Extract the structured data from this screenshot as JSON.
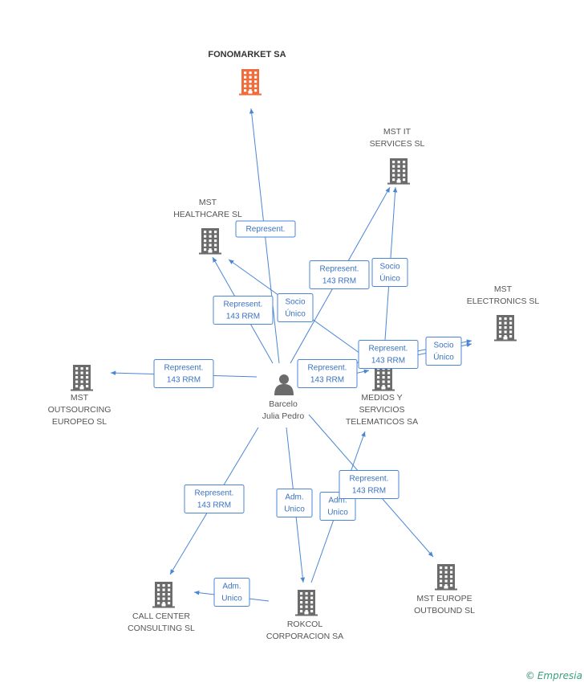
{
  "colors": {
    "company": "#6b6b6b",
    "highlight": "#f26b3a",
    "person": "#6b6b6b",
    "edge": "#4a86d4"
  },
  "nodes": [
    {
      "id": "fonomarket",
      "type": "company",
      "highlight": true,
      "lines": [
        "FONOMARKET SA"
      ]
    },
    {
      "id": "mst_it",
      "type": "company",
      "lines": [
        "MST IT",
        "SERVICES SL"
      ]
    },
    {
      "id": "mst_health",
      "type": "company",
      "lines": [
        "MST",
        "HEALTHCARE SL"
      ]
    },
    {
      "id": "mst_elec",
      "type": "company",
      "lines": [
        "MST",
        "ELECTRONICS SL"
      ]
    },
    {
      "id": "mst_out",
      "type": "company",
      "lines": [
        "MST",
        "OUTSOURCING",
        "EUROPEO SL"
      ]
    },
    {
      "id": "medios",
      "type": "company",
      "lines": [
        "MEDIOS Y",
        "SERVICIOS",
        "TELEMATICOS SA"
      ]
    },
    {
      "id": "barcelo",
      "type": "person",
      "lines": [
        "Barcelo",
        "Julia Pedro"
      ]
    },
    {
      "id": "callcenter",
      "type": "company",
      "lines": [
        "CALL CENTER",
        "CONSULTING SL"
      ]
    },
    {
      "id": "rokcol",
      "type": "company",
      "lines": [
        "ROKCOL",
        "CORPORACION SA"
      ]
    },
    {
      "id": "mst_europe",
      "type": "company",
      "lines": [
        "MST EUROPE",
        "OUTBOUND SL"
      ]
    }
  ],
  "edges": [
    {
      "from": "barcelo",
      "to": "fonomarket",
      "lines": [
        "Represent."
      ]
    },
    {
      "from": "barcelo",
      "to": "mst_it",
      "lines": [
        "Represent.",
        "143 RRM"
      ]
    },
    {
      "from": "medios",
      "to": "mst_it",
      "lines": [
        "Socio",
        "Único"
      ]
    },
    {
      "from": "barcelo",
      "to": "mst_health",
      "lines": [
        "Represent.",
        "143 RRM"
      ]
    },
    {
      "from": "medios",
      "to": "mst_health",
      "lines": [
        "Socio",
        "Único"
      ]
    },
    {
      "from": "barcelo",
      "to": "mst_elec",
      "lines": [
        "Represent.",
        "143 RRM"
      ]
    },
    {
      "from": "medios",
      "to": "mst_elec",
      "lines": [
        "Socio",
        "Único"
      ]
    },
    {
      "from": "barcelo",
      "to": "mst_out",
      "lines": [
        "Represent.",
        "143 RRM"
      ]
    },
    {
      "from": "barcelo",
      "to": "medios",
      "lines": [
        "Represent.",
        "143 RRM"
      ]
    },
    {
      "from": "barcelo",
      "to": "callcenter",
      "lines": [
        "Represent.",
        "143 RRM"
      ]
    },
    {
      "from": "barcelo",
      "to": "rokcol",
      "lines": [
        "Adm.",
        "Unico"
      ]
    },
    {
      "from": "rokcol",
      "to": "medios",
      "lines": [
        "Adm.",
        "Unico"
      ]
    },
    {
      "from": "rokcol",
      "to": "callcenter",
      "lines": [
        "Adm.",
        "Unico"
      ]
    },
    {
      "from": "barcelo",
      "to": "mst_europe",
      "lines": [
        "Represent.",
        "143 RRM"
      ]
    }
  ],
  "footer": {
    "copyright": "©",
    "brand": "Empresia"
  }
}
